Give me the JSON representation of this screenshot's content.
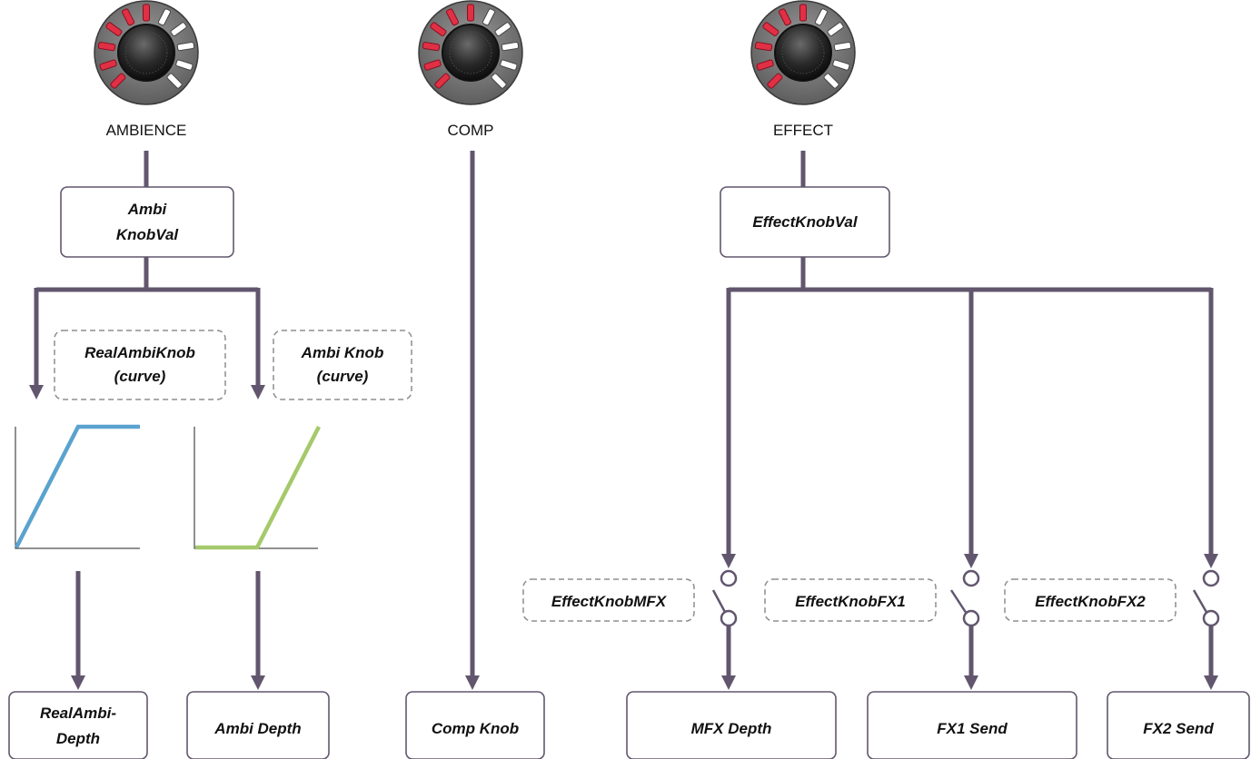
{
  "knobs": {
    "ambience": {
      "label": "AMBIENCE",
      "level": 6
    },
    "comp": {
      "label": "COMP",
      "level": 6
    },
    "effect": {
      "label": "EFFECT",
      "level": 6
    },
    "segments_total": 11
  },
  "boxes": {
    "ambi_knobval": [
      "Ambi",
      "KnobVal"
    ],
    "effect_knobval": "EffectKnobVal",
    "real_ambi_depth": [
      "RealAmbi-",
      "Depth"
    ],
    "ambi_depth": "Ambi Depth",
    "comp_knob": "Comp Knob",
    "mfx_depth": "MFX Depth",
    "fx1_send": "FX1 Send",
    "fx2_send": "FX2 Send"
  },
  "curves": {
    "real_ambi_knob": {
      "label": [
        "RealAmbiKnob",
        "(curve)"
      ],
      "color": "#5aa3cf",
      "points": [
        [
          0,
          0
        ],
        [
          0.5,
          1
        ],
        [
          1,
          1
        ]
      ]
    },
    "ambi_knob": {
      "label": [
        "Ambi Knob",
        "(curve)"
      ],
      "color": "#a5c96b",
      "points": [
        [
          0,
          0
        ],
        [
          0.5,
          0
        ],
        [
          1,
          1
        ]
      ]
    }
  },
  "switches": {
    "mfx": {
      "label": "EffectKnobMFX"
    },
    "fx1": {
      "label": "EffectKnobFX1"
    },
    "fx2": {
      "label": "EffectKnobFX2"
    }
  },
  "colors": {
    "wire": "#62566e",
    "led_on": "#e03045",
    "led_off": "#ffffff",
    "knob_ring": "#7a7a7a"
  }
}
